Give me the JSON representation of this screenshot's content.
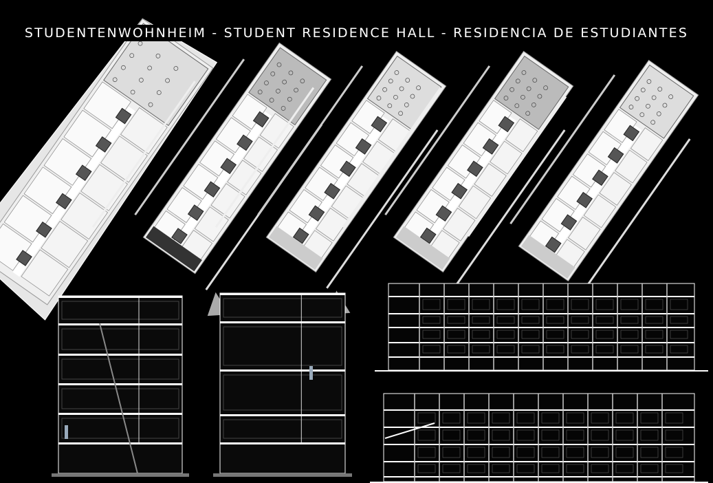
{
  "title": "STUDENTENWOHNHEIM - STUDENT RESIDENCE HALL - RESIDENCIA DE ESTUDIANTES",
  "drawings": {
    "plans": [
      "ground-floor-plan",
      "floor-plan-1",
      "floor-plan-2",
      "floor-plan-3",
      "floor-plan-4"
    ],
    "sections": [
      "section-a",
      "section-b"
    ],
    "elevations": [
      "elevation-long",
      "section-long"
    ]
  },
  "colors": {
    "background": "#000000",
    "line": "#ffffff",
    "plan_fill": "#e8e8e8",
    "room_dark": "#555555"
  }
}
